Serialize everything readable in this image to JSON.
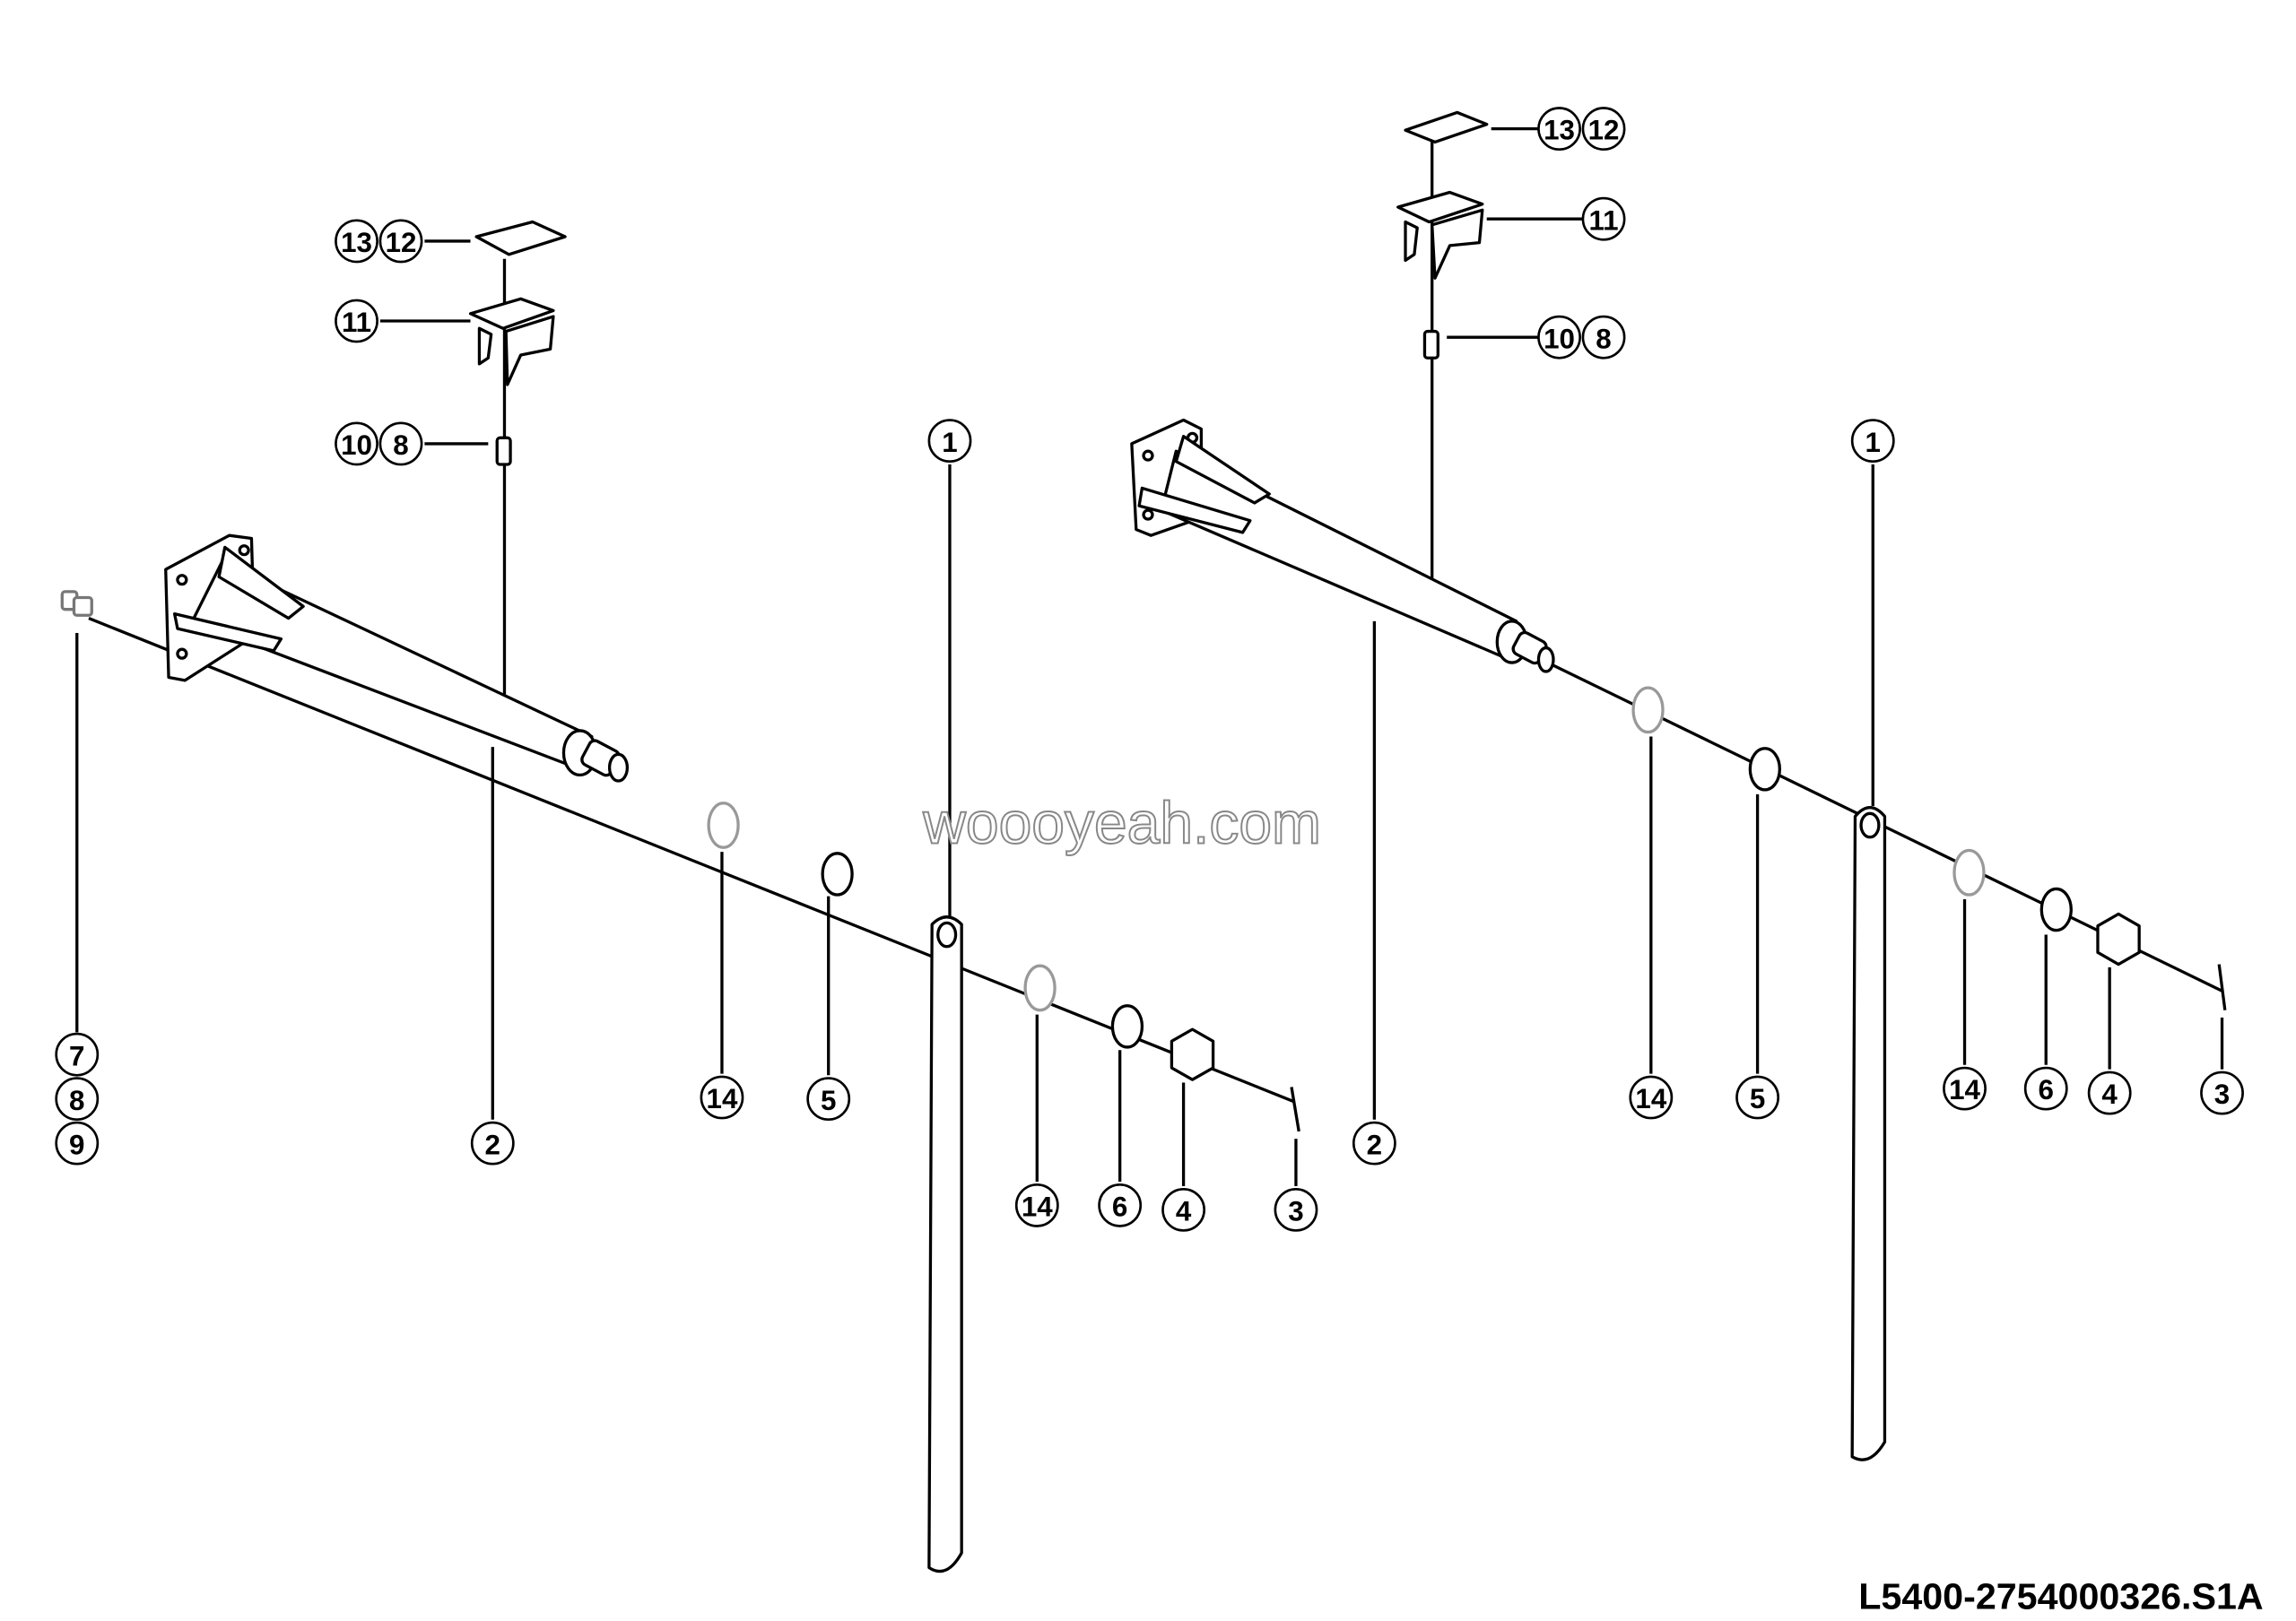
{
  "drawing_code": "L5400-2754000326.S1A",
  "watermark": "woooyeah.com",
  "left_assembly": {
    "callouts": [
      "13",
      "12",
      "11",
      "10",
      "8",
      "1",
      "7",
      "8",
      "9",
      "2",
      "14",
      "5",
      "14",
      "6",
      "4",
      "3"
    ]
  },
  "right_assembly": {
    "callouts": [
      "13",
      "12",
      "11",
      "10",
      "8",
      "1",
      "2",
      "14",
      "5",
      "14",
      "6",
      "4",
      "3"
    ]
  }
}
